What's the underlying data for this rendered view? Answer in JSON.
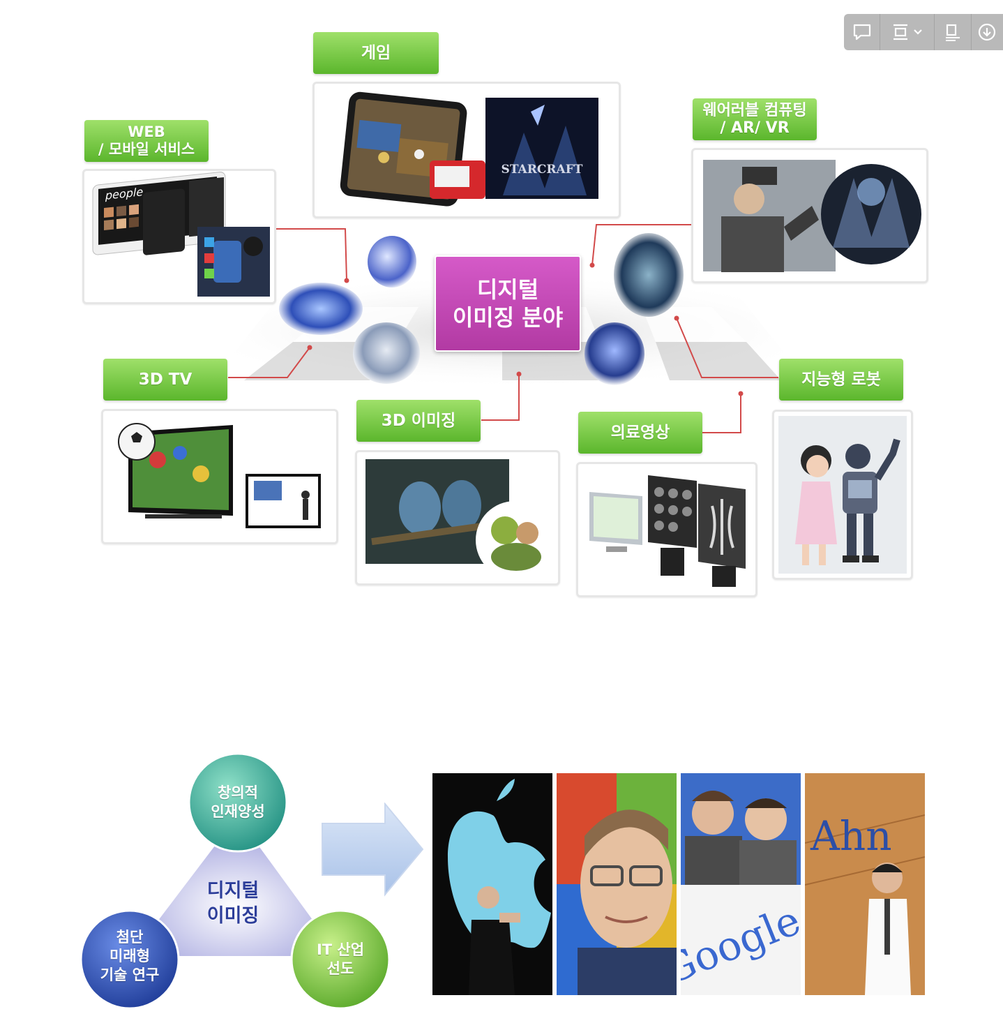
{
  "toolbar": {
    "icons": [
      "comment-icon",
      "frame-select-icon",
      "chevron-down-icon",
      "layout-icon",
      "download-icon"
    ]
  },
  "diagram_top": {
    "center_line1": "디지털",
    "center_line2": "이미징 분야",
    "labels": {
      "game": "게임",
      "web_line1": "WEB",
      "web_line2": "/ 모바일 서비스",
      "wearable_line1": "웨어러블 컴퓨팅",
      "wearable_line2": "/ AR/ VR",
      "tv3d": "3D TV",
      "imaging3d": "3D 이미징",
      "medical": "의료영상",
      "robot": "지능형 로봇"
    },
    "image_text": {
      "people": "people",
      "starcraft": "STARCRAFT"
    }
  },
  "diagram_bottom": {
    "top_circle_line1": "창의적",
    "top_circle_line2": "인재양성",
    "left_circle_line1": "첨단",
    "left_circle_line2": "미래형",
    "left_circle_line3": "기술 연구",
    "right_circle_line1": "IT 산업",
    "right_circle_line2": "선도",
    "center_line1": "디지털",
    "center_line2": "이미징",
    "photo_text": {
      "google": "Google",
      "ahn": "Ahn"
    }
  },
  "colors": {
    "label_green": "#6cc23a",
    "center_pink": "#c34ab6",
    "connector_red": "#d24a4a",
    "circle_teal": "#3aa89a",
    "circle_blue": "#2b4ea8",
    "circle_green": "#7cc43b"
  }
}
